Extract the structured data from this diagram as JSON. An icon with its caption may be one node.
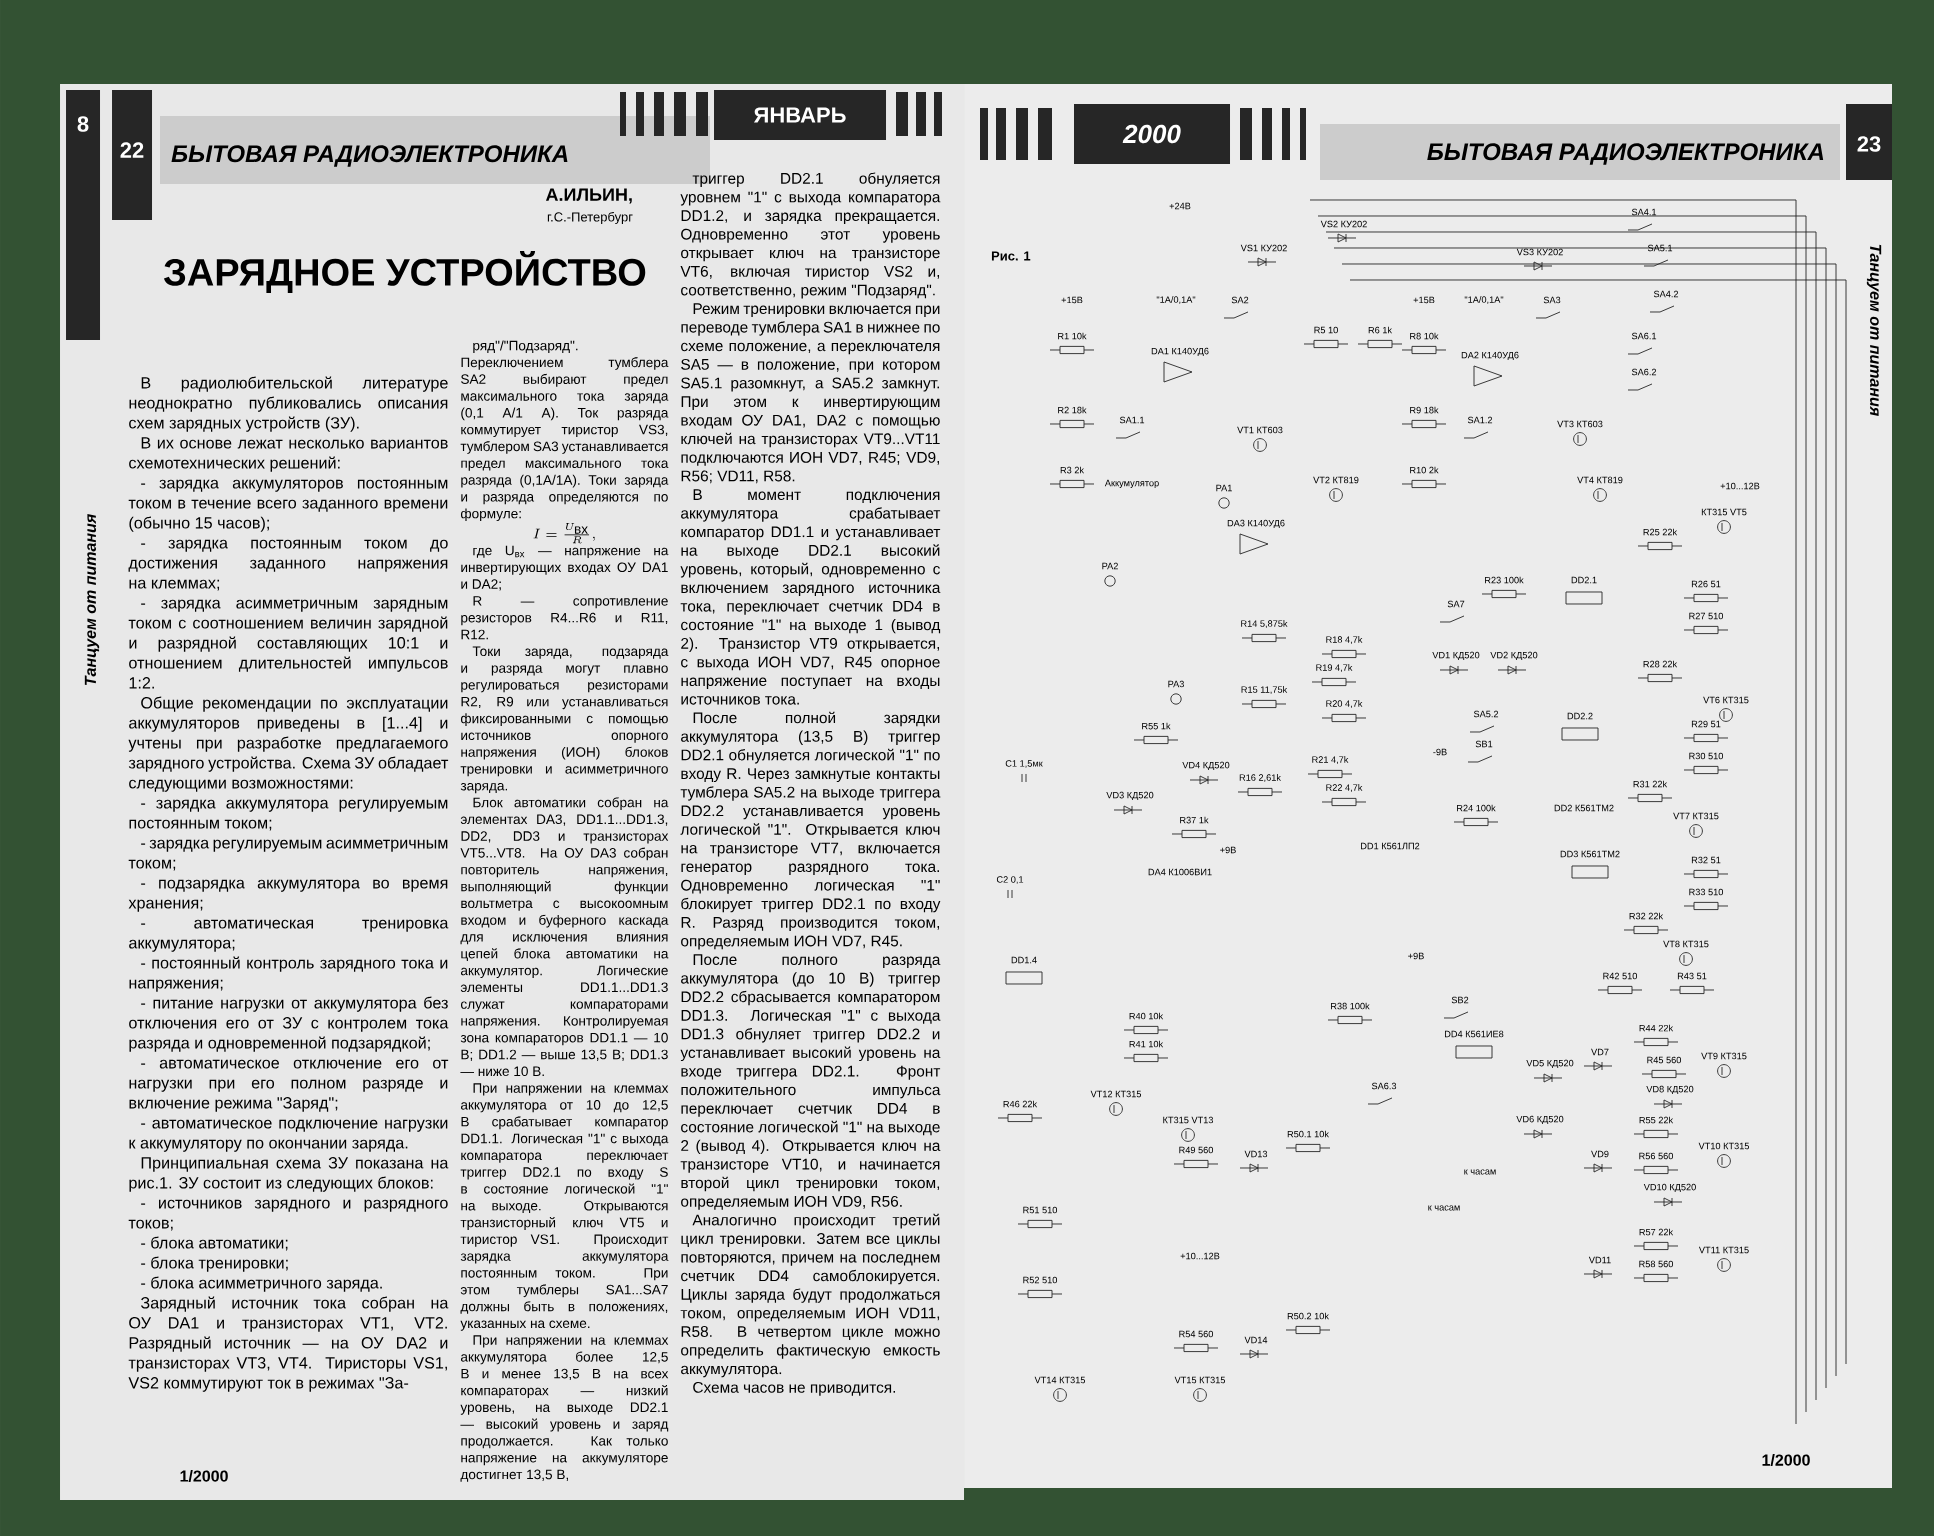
{
  "diagram": {
    "title": "ЗАРЯДНОЕ УСТРОЙСТВО",
    "labels": [
      "8",
      "22",
      "БЫТОВАЯ РАДИОЭЛЕКТРОНИКА",
      "ЯНВАРЬ",
      "Танцуем от питания",
      "А.ИЛЬИН,",
      "г.С.-Петербург",
      "В радиолюбительской литературе неоднократно публиковались описания схем зарядных устройств (ЗУ).",
      "В их основе лежат несколько вариантов схемотехнических решений:",
      "- зарядка аккумуляторов постоянным током в течение всего заданного времени (обычно 15 часов);",
      "- зарядка постоянным током до достижения заданного напряжения на клеммах;",
      "- зарядка асимметричным зарядным током с соотношением величин зарядной и разрядной составляющих 10:1 и отношением длительностей импульсов 1:2.",
      "Общие рекомендации по эксплуатации аккумуляторов приведены в [1...4] и учтены при разработке предлагаемого зарядного устройства. Схема ЗУ обладает следующими возможностями:",
      "- зарядка аккумулятора регулируемым постоянным током;",
      "- зарядка регулируемым асимметричным током;",
      "- подзарядка аккумулятора во время хранения;",
      "- автоматическая тренировка аккумулятора;",
      "- постоянный контроль зарядного тока и напряжения;",
      "- питание нагрузки от аккумулятора без отключения его от ЗУ с контролем тока разряда и одновременной подзарядкой;",
      "- автоматическое отключение его от нагрузки при его полном разряде и включение режима \"Заряд\";",
      "- автоматическое подключение нагрузки к аккумулятору по окончании заряда.",
      "Принципиальная схема ЗУ показана на рис.1. ЗУ состоит из следующих блоков:",
      "- источников зарядного и разрядного токов;",
      "- блока автоматики;",
      "- блока тренировки;",
      "- блока асимметричного заряда.",
      "Зарядный источник тока собран на ОУ DA1 и транзисторах VT1, VT2. Разрядный источник — на ОУ DA2 и транзисторах VT3, VT4. Тиристоры VS1, VS2 коммутируют ток в режимах \"За-",
      "ряд\"/\"Подзаряд\". Переключением тумблера SA2 выбирают предел максимального тока заряда (0,1 А/1 А). Ток разряда коммутирует тиристор VS3, тумблером SA3 устанавливается предел максимального тока разряда (0,1А/1А). Токи заряда и разряда определяются по формуле:",
      "I=\\frac{U_{\\hbox{вх}}}{R},",
      "где U$_{вх}$ — напряжение на инвертирующих входах ОУ DA1 и DA2;",
      "R — сопротивление резисторов R4...R6 и R11, R12.",
      "Токи заряда, подзаряда и разряда могут плавно регулироваться резисторами R2, R9 или устанавливаться фиксированными с помощью источников опорного напряжения (ИОН) блоков тренировки и асимметричного заряда.",
      "Блок автоматики собран на элементах DA3, DD1.1...DD1.3, DD2, DD3 и транзисторах VT5...VT8. На ОУ DA3 собран повторитель напряжения, выполняющий функции вольтметра с высокоомным входом и буферного каскада для исключения влияния цепей блока автоматики на аккумулятор. Логические элементы DD1.1...DD1.3 служат компараторами напряжения. Контролируемая зона компараторов DD1.1 — 10 В; DD1.2 — выше 13,5 В; DD1.3 — ниже 10 В.",
      "При напряжении на клеммах аккумулятора от 10 до 12,5 В срабатывает компаратор DD1.1. Логическая \"1\" с выхода компаратора переключает триггер DD2.1 по входу S в состояние логической \"1\" на выходе. Открываются транзисторный ключ VT5 и тиристор VS1. Происходит зарядка аккумулятора постоянным током. При этом тумблеры SA1...SA7 должны быть в положениях, указанных на схеме.",
      "При напряжении на клеммах аккумулятора более 12,5 В и менее 13,5 В на всех компараторах — низкий уровень, на выходе DD2.1 — высокий уровень и заряд продолжается. Как только напряжение на аккумуляторе достигнет 13,5 В,",
      "триггер DD2.1 обнуляется уровнем \"1\" с выхода компаратора DD1.2, и зарядка прекращается. Одновременно этот уровень открывает ключ на транзисторе VT6, включая тиристор VS2 и, соответственно, режим \"Подзаряд\".",
      "Режим тренировки включается при переводе тумблера SA1 в нижнее по схеме положение, а переключателя SA5 — в положение, при котором SA5.1 разомкнут, а SA5.2 замкнут. При этом к инвертирующим входам ОУ DA1, DA2 с помощью ключей на транзисторах VT9...VT11 подключаются ИОН VD7, R45; VD9, R56; VD11, R58.",
      "В момент подключения аккумулятора срабатывает компаратор DD1.1 и устанавливает на выходе DD2.1 высокий уровень, который, одновременно с включением зарядного источника тока, переключает счетчик DD4 в состояние \"1\" на выходе 1 (вывод 2). Транзистор VT9 открывается, с выхода ИОН VD7, R45 опорное напряжение поступает на входы источников тока.",
      "После полной зарядки аккумулятора (13,5 В) триггер DD2.1 обнуляется логической \"1\" по входу R. Через замкнутые контакты тумблера SA5.2 на выходе триггера DD2.2 устанавливается уровень логической \"1\". Открывается ключ на транзисторе VT7, включается генератор разрядного тока. Одновременно логическая \"1\" блокирует триггер DD2.1 по входу R. Разряд производится током, определяемым ИОН VD7, R45.",
      "После полного разряда аккумулятора (до 10 В) триггер DD2.2 сбрасывается компаратором DD1.3. Логическая \"1\" с выхода DD1.3 обнуляет триггер DD2.2 и устанавливает высокий уровень на входе триггера DD2.1. Фронт положительного импульса переключает счетчик DD4 в состояние логической \"1\" на выходе 2 (вывод 4). Открывается ключ на транзисторе VT10, и начинается второй цикл тренировки током, определяемым ИОН VD9, R56.",
      "Аналогично происходит третий цикл тренировки. Затем все циклы повторяются, причем на последнем счетчик DD4 самоблокируется. Циклы заряда будут продолжаться током, определяемым ИОН VD11, R58. В четвертом цикле можно определить фактическую емкость аккумулятора.",
      "Схема часов не приводится.",
      "1/2000",
      "2000",
      "БЫТОВАЯ РАДИОЭЛЕКТРОНИКА",
      "23",
      "Танцуем от питания",
      "Рис. 1",
      "+24В",
      "VS1 КУ202",
      "VS2 КУ202",
      "VS3 КУ202",
      "SA4.1",
      "SA5.1",
      "SA4.2",
      "SA6.1",
      "SA6.2",
      "+15В",
      "\"1A/0,1A\"",
      "SA2",
      "+15В",
      "\"1A/0,1A\"",
      "SA3",
      "R1 10k",
      "DA1 К140УД6",
      "R2 18k",
      "SA1.1",
      "R5 10",
      "R6 1k",
      "VT1 КТ603",
      "R3 2k",
      "Аккумулятор",
      "PA1",
      "VT2 КТ819",
      "R8 10k",
      "DA2 К140УД6",
      "R9 18k",
      "SA1.2",
      "VT3 КТ603",
      "R10 2k",
      "VT4 КТ819",
      "DA3 К140УД6",
      "PA2",
      "R14 5,875k",
      "R18 4,7k",
      "R19 4,7k",
      "PA3",
      "R15 11,75k",
      "R20 4,7k",
      "R55 1k",
      "R21 4,7k",
      "C1 1,5мк",
      "VD4 КД520",
      "R16 2,61k",
      "R22 4,7k",
      "VD3 КД520",
      "R37 1k",
      "DD1 К561ЛП2",
      "+9В",
      "DA4 К1006ВИ1",
      "C2 0,1",
      "DD1.4",
      "R38 100k",
      "R40 10k",
      "R41 10k",
      "SA6.3",
      "VT12 КТ315",
      "КТ315 VT13",
      "R46 22k",
      "R49 560",
      "VD13",
      "R50.1 10k",
      "R51 510",
      "+10...12В",
      "R52 510",
      "R54 560",
      "VD14",
      "R50.2 10k",
      "VT14 КТ315",
      "VT15 КТ315",
      "+10...12В",
      "КТ315 VT5",
      "R25 22k",
      "R23 100k",
      "DD2.1",
      "R26 51",
      "SA7",
      "R27 510",
      "VD1 КД520",
      "VD2 КД520",
      "R28 22k",
      "VT6 КТ315",
      "SA5.2",
      "DD2.2",
      "R29 51",
      "SB1",
      "-9В",
      "R30 510",
      "R31 22k",
      "R24 100k",
      "DD2 К561ТМ2",
      "VT7 КТ315",
      "DD3 К561ТМ2",
      "R32 51",
      "R33 510",
      "R32 22k",
      "VT8 КТ315",
      "+9В",
      "R42 510",
      "R43 51",
      "SB2",
      "DD4 К561ИЕ8",
      "R44 22k",
      "VT9 КТ315",
      "VD5 КД520",
      "VD7",
      "R45 560",
      "VD8 КД520",
      "VD6 КД520",
      "R55 22k",
      "VT10 КТ315",
      "VD9",
      "R56 560",
      "к часам",
      "VD10 КД520",
      "к часам",
      "R57 22k",
      "VT11 КТ315",
      "VD11",
      "R58 560",
      "1/2000"
    ]
  }
}
